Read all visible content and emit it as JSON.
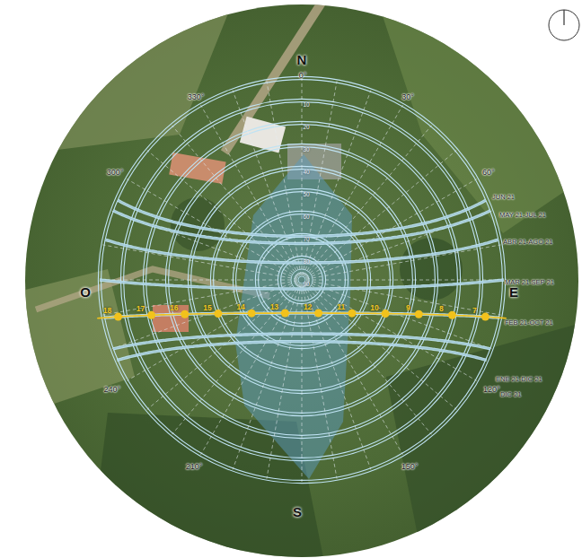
{
  "diagram": {
    "labels": [
      "N",
      "0°",
      "330°",
      "30°",
      "300°",
      "60°",
      "O",
      "E",
      "240°",
      "120°",
      "210°",
      "150°",
      "S",
      "10",
      "20",
      "30",
      "40",
      "50",
      "60",
      "70",
      "80",
      "90",
      "JUN 21",
      "MAY 21-JUL 21",
      "ABR 21-AGO 21",
      "MAR 21-SEP 21",
      "FEB 21-OCT 21",
      "ENE 21-DIC 21",
      "DIC 21",
      "18",
      "17",
      "16",
      "15",
      "14",
      "13",
      "12",
      "11",
      "10",
      "9",
      "8",
      "7"
    ]
  }
}
